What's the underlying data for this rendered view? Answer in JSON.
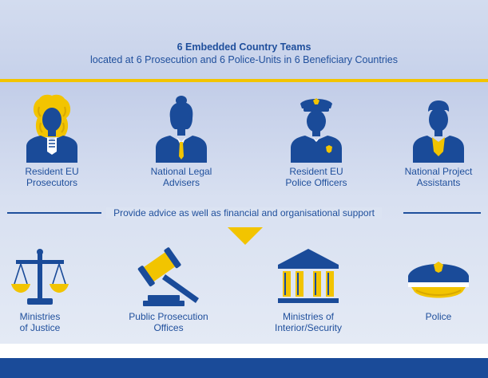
{
  "header": {
    "title": "6 Embedded Country Teams",
    "subtitle": "located at 6 Prosecution and 6 Police-Units in 6 Beneficiary Countries"
  },
  "roles": [
    {
      "line1": "Resident EU",
      "line2": "Prosecutors",
      "icon": "prosecutor-icon"
    },
    {
      "line1": "National Legal",
      "line2": "Advisers",
      "icon": "legal-adviser-icon"
    },
    {
      "line1": "Resident EU",
      "line2": "Police Officers",
      "icon": "police-officer-icon"
    },
    {
      "line1": "National Project",
      "line2": "Assistants",
      "icon": "project-assistant-icon"
    }
  ],
  "support_text": "Provide advice as well as financial and organisational support",
  "institutions": [
    {
      "line1": "Ministries",
      "line2": "of Justice",
      "icon": "scales-icon"
    },
    {
      "line1": "Public Prosecution",
      "line2": "Offices",
      "icon": "gavel-icon"
    },
    {
      "line1": "Ministries of",
      "line2": "Interior/Security",
      "icon": "building-icon"
    },
    {
      "line1": "Police",
      "line2": "",
      "icon": "police-cap-icon"
    }
  ],
  "colors": {
    "blue": "#1f4f9c",
    "dark_blue": "#1a4b99",
    "gold": "#f2c400",
    "light_blue": "#c6d1ea"
  }
}
